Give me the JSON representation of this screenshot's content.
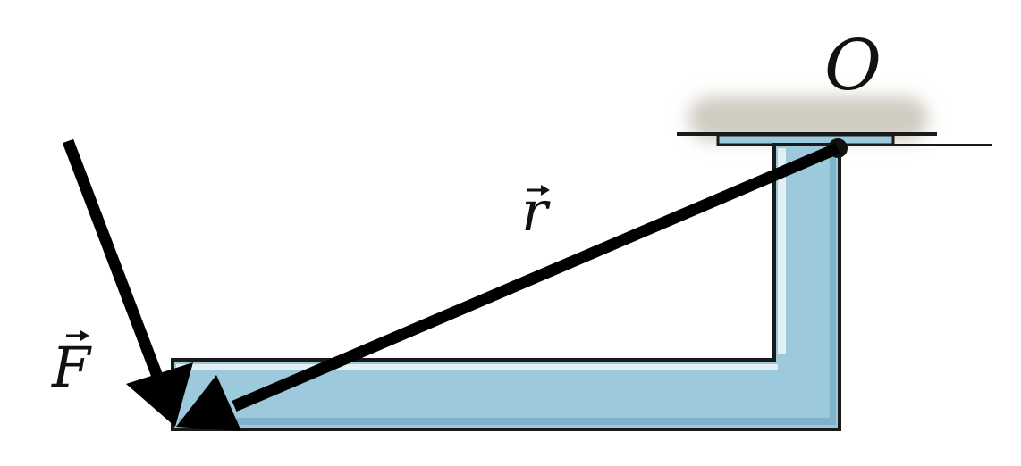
{
  "labels": {
    "origin": "O",
    "position_vector": "r",
    "force_vector": "F"
  },
  "colors": {
    "bar_fill": "#9dc9dc",
    "bar_highlight": "#e2f0f6",
    "bar_outline": "#1a1a1a",
    "arrow": "#000000",
    "wall_shadow": "#cfccc0",
    "background": "#ffffff"
  }
}
